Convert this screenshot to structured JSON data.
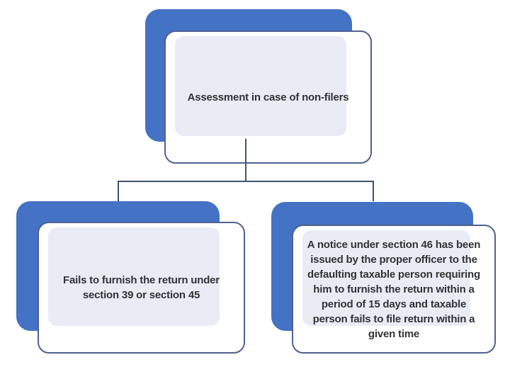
{
  "diagram": {
    "type": "flowchart",
    "nodes": {
      "top": {
        "text": "Assessment in case of non-filers"
      },
      "bottom_left": {
        "text": "Fails to furnish the return under\nsection 39 or section 45"
      },
      "bottom_right": {
        "text": "A notice under section 46 has been\nissued by the proper officer to the\ndefaulting taxable person requiring\nhim to furnish the return within a\nperiod of 15 days and taxable\nperson fails to file return within a\ngiven time"
      }
    },
    "edges": [
      {
        "from": "top",
        "to": "bottom_left"
      },
      {
        "from": "top",
        "to": "bottom_right"
      }
    ],
    "colors": {
      "shadow_blue": "#4472c4",
      "face_fill": "#ffffff",
      "inner_fill": "#e9ecf5",
      "outline": "#4f6191",
      "connector": "#3f5271",
      "text": "#333333",
      "background": "#ffffff"
    }
  }
}
